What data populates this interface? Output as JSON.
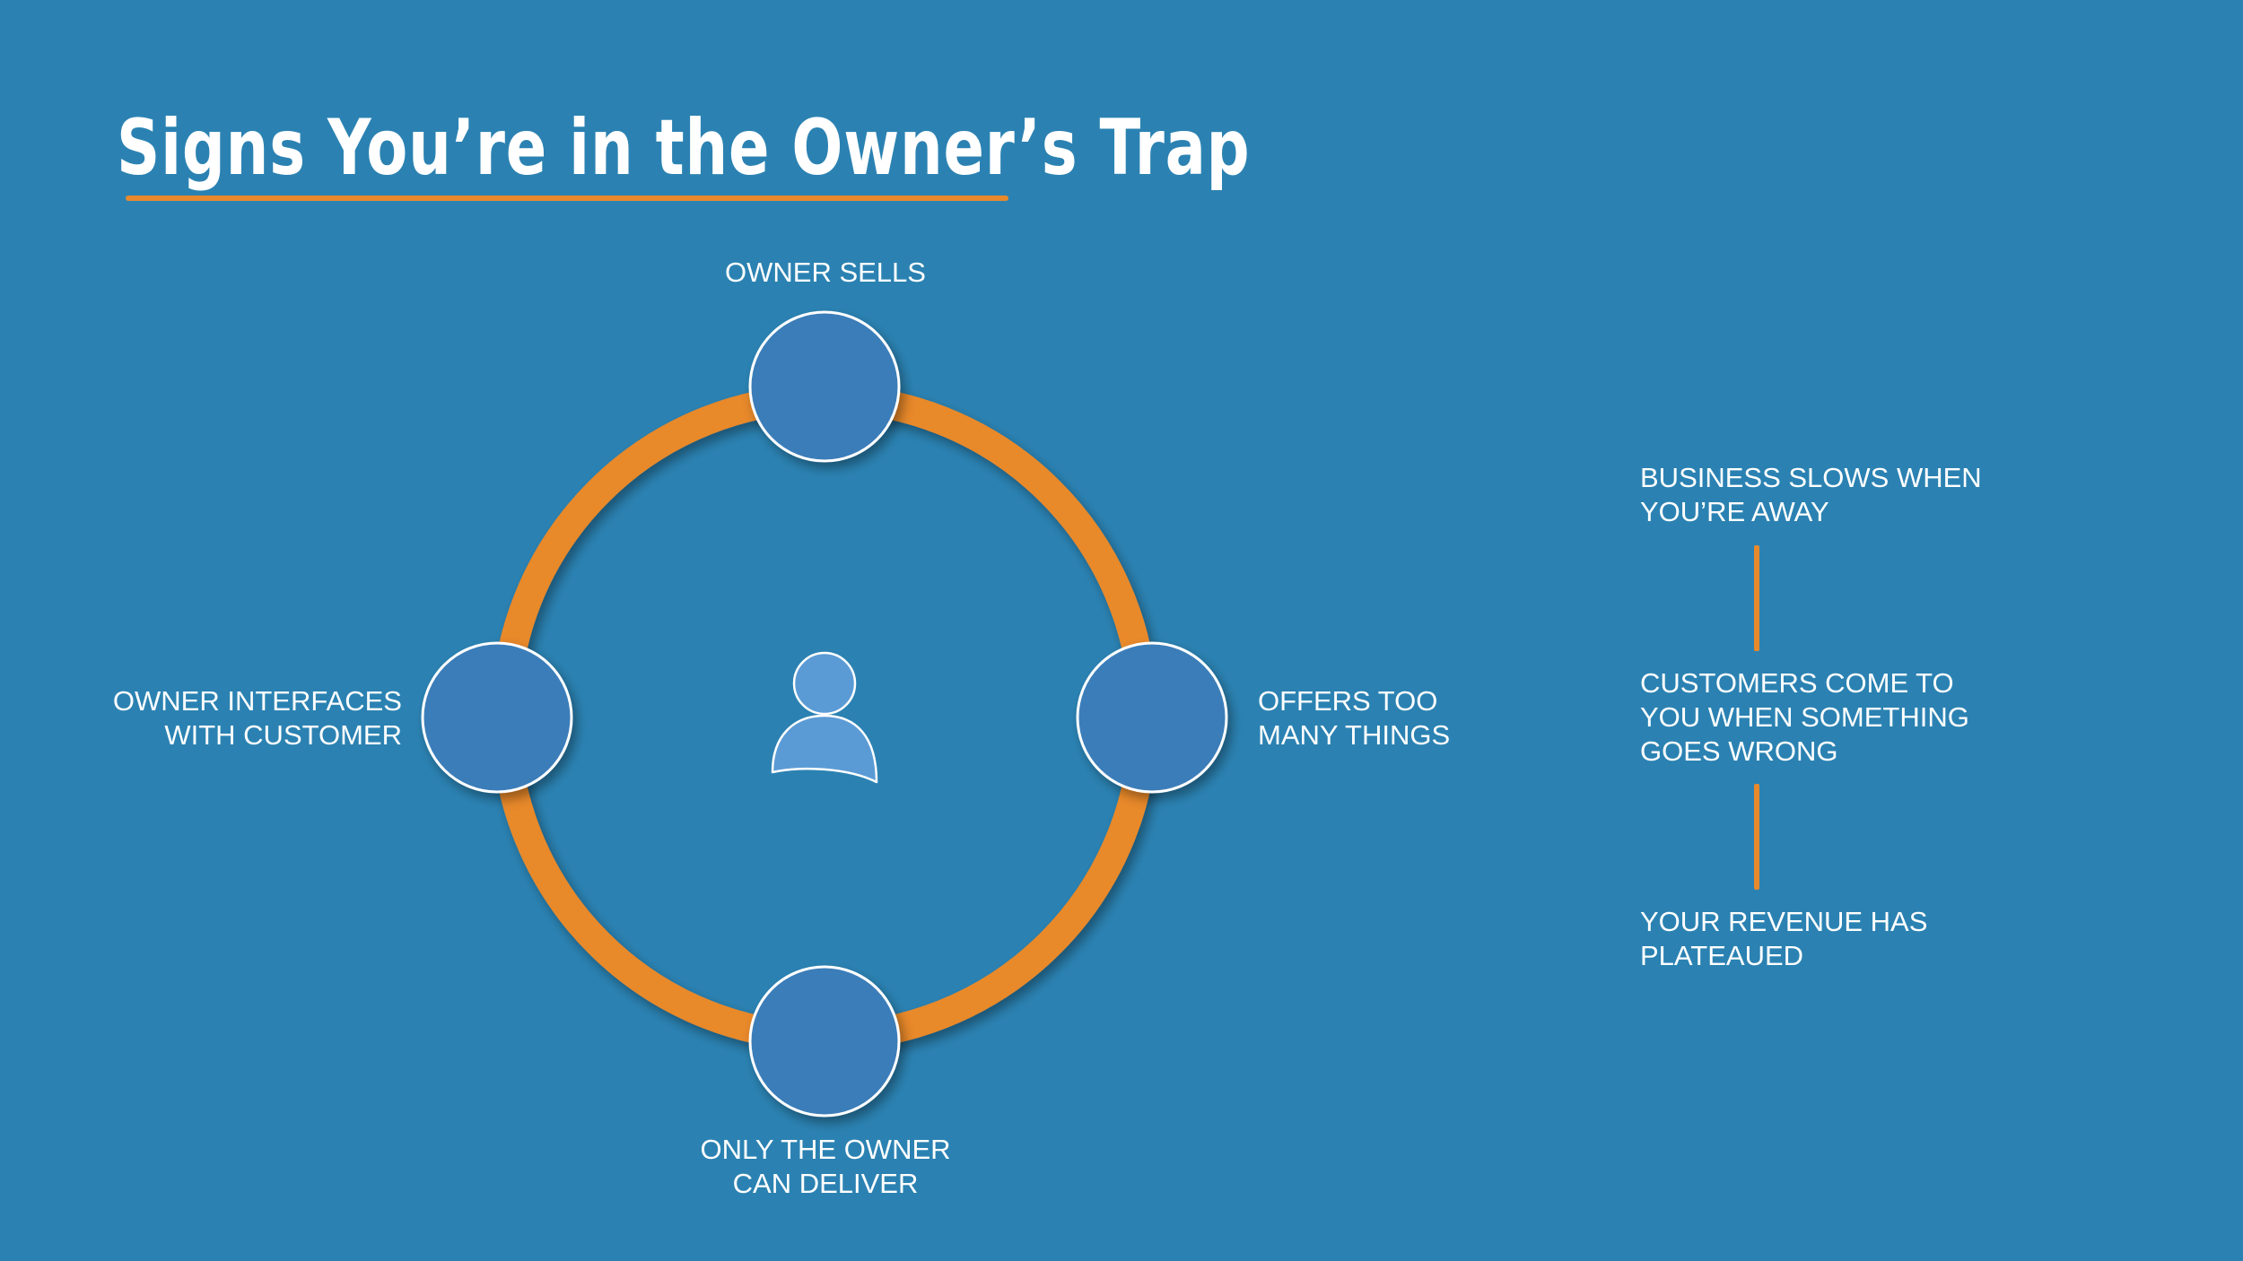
{
  "slide": {
    "title": "Signs You’re in the Owner’s Trap"
  },
  "colors": {
    "background": "#2b82b2",
    "ring": "#e8892c",
    "node_fill": "#3b7db9",
    "node_stroke": "#ffffff",
    "icon_fill": "#5b9bd5",
    "accent": "#e8892c"
  },
  "cycle": {
    "center_icon": "person-icon",
    "nodes": [
      {
        "position": "top",
        "label_lines": [
          "OWNER SELLS"
        ]
      },
      {
        "position": "right",
        "label_lines": [
          "OFFERS TOO",
          "MANY THINGS"
        ]
      },
      {
        "position": "bottom",
        "label_lines": [
          "ONLY THE OWNER",
          "CAN DELIVER"
        ]
      },
      {
        "position": "left",
        "label_lines": [
          "OWNER INTERFACES",
          "WITH CUSTOMER"
        ]
      }
    ]
  },
  "signs": [
    {
      "lines": [
        "BUSINESS SLOWS WHEN",
        "YOU’RE AWAY"
      ]
    },
    {
      "lines": [
        "CUSTOMERS COME TO",
        "YOU WHEN SOMETHING",
        "GOES WRONG"
      ]
    },
    {
      "lines": [
        "YOUR REVENUE HAS",
        "PLATEAUED"
      ]
    }
  ]
}
